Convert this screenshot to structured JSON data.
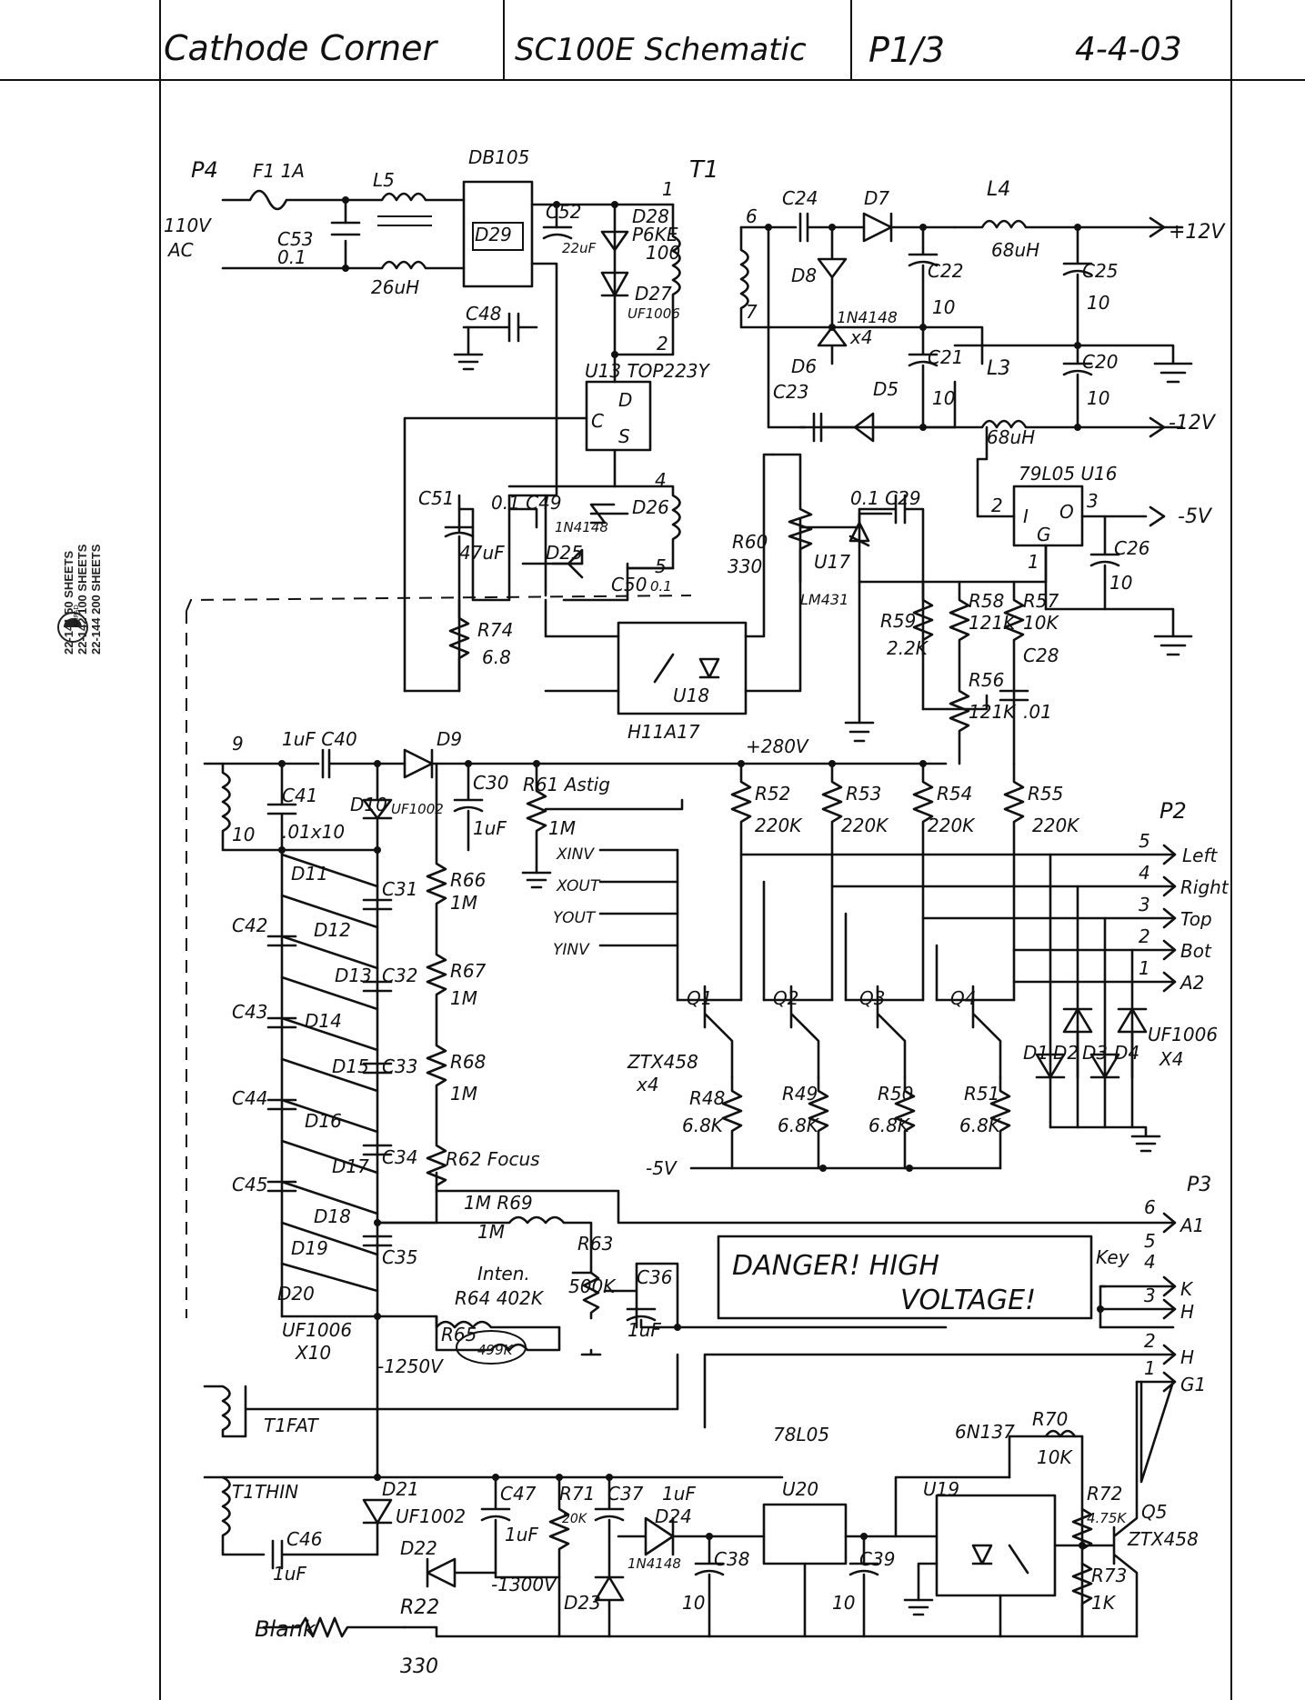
{
  "header": {
    "title": "Cathode Corner",
    "doc": "SC100E Schematic",
    "page": "P1/3",
    "date": "4-4-03"
  },
  "pad": {
    "brand": "AMPAD",
    "lines": [
      "22-141   50 SHEETS",
      "22-142  100 SHEETS",
      "22-144  200 SHEETS"
    ]
  },
  "labels": {
    "p4": "P4",
    "ac_in": "110V",
    "ac": "AC",
    "f1": "F1 1A",
    "l5": "L5",
    "l5_val": "26uH",
    "c53": "C53",
    "c53_val": "0.1",
    "db105": "DB105",
    "d29": "D29",
    "c52": "C52",
    "c52_val": "22uF",
    "d28": "D28",
    "d28_p": "P6KE",
    "d28_v": "100",
    "d27": "D27",
    "d27_p": "UF1006",
    "c48": "C48",
    "u13": "U13 TOP223Y",
    "u13_d": "D",
    "u13_c": "C",
    "u13_s": "S",
    "t1": "T1",
    "t1_1": "1",
    "t1_2": "2",
    "t1_4": "4",
    "t1_5": "5",
    "t1_6": "6",
    "t1_7": "7",
    "t1_9": "9",
    "t1_10": "10",
    "c24": "C24",
    "d7": "D7",
    "l4": "L4",
    "l4_val": "68uH",
    "p12v": "+12V",
    "d8": "D8",
    "c22": "C22",
    "c22_val": "10",
    "c25": "C25",
    "c25_val": "10",
    "d14148": "1N4148",
    "x4": "x4",
    "d6": "D6",
    "c23": "C23",
    "d5": "D5",
    "c21": "C21",
    "c21_val": "10",
    "l3": "L3",
    "l3_val": "68uH",
    "c20": "C20",
    "c20_val": "10",
    "m12v": "-12V",
    "u16": "79L05  U16",
    "u16_i": "I",
    "u16_g": "G",
    "u16_o": "O",
    "u16_2": "2",
    "u16_3": "3",
    "u16_1": "1",
    "m5v": "-5V",
    "c26": "C26",
    "c26_val": "10",
    "c51": "C51",
    "c51_val": "47uF",
    "c49": "0.1 C49",
    "d26": "D26",
    "d26_p": "1N4148",
    "d25": "D25",
    "c50": "C50",
    "c50_val": "0.1",
    "r60": "R60",
    "r60_val": "330",
    "c29": "0.1  C29",
    "u17": "U17",
    "u17_p": "LM431",
    "r59": "R59",
    "r59_val": "2.2K",
    "r58": "R58",
    "r58_val": "121K",
    "r57": "R57",
    "r57_val": "10K",
    "c28": "C28",
    "c28_val": ".01",
    "r56": "R56",
    "r56_val": "121K",
    "r74": "R74",
    "r74_val": "6.8",
    "u18": "U18",
    "h11a17": "H11A17",
    "c40": "1uF  C40",
    "d9": "D9",
    "p280v": "+280V",
    "c41": "C41",
    "c41_val": ".01x10",
    "d10": "D10",
    "d10_p": "UF1002",
    "c30": "C30",
    "c30_val": "1uF",
    "r61": "R61 Astig",
    "r61_val": "1M",
    "xinv": "XINV",
    "xout": "XOUT",
    "yout": "YOUT",
    "yinv": "YINV",
    "r52": "R52",
    "r53": "R53",
    "r54": "R54",
    "r55": "R55",
    "r220k": "220K",
    "p2": "P2",
    "left": "Left",
    "right": "Right",
    "top": "Top",
    "bot": "Bot",
    "a2": "A2",
    "pin5": "5",
    "pin4": "4",
    "pin3": "3",
    "pin2": "2",
    "pin1": "1",
    "pin6": "6",
    "r66": "R66",
    "r67": "R67",
    "r68": "R68",
    "r1m": "1M",
    "c31": "C31",
    "c32": "C32",
    "c33": "C33",
    "c34": "C34",
    "c35": "C35",
    "c42": "C42",
    "c43": "C43",
    "c44": "C44",
    "c45": "C45",
    "d11": "D11",
    "d12": "D12",
    "d13": "D13",
    "d14": "D14",
    "d15": "D15",
    "d16": "D16",
    "d17": "D17",
    "d18": "D18",
    "d19": "D19",
    "d20": "D20",
    "uf1006": "UF1006",
    "x10": "X10",
    "q1": "Q1",
    "q2": "Q2",
    "q3": "Q3",
    "q4": "Q4",
    "ztx": "ZTX458",
    "ztx_x4": "x4",
    "r48": "R48",
    "r49": "R49",
    "r50": "R50",
    "r51": "R51",
    "r68k": "6.8K",
    "m5v_b": "-5V",
    "d1": "D1",
    "d2": "D2",
    "d3": "D3",
    "d4": "D4",
    "uf1006x4": "UF1006",
    "x4b": "X4",
    "r62": "R62 Focus",
    "r69": "1M R69",
    "r69_val": "1M",
    "inten": "Inten.",
    "r63": "R63",
    "r63_val": "500K",
    "c36": "C36",
    "c36_val": "1uF",
    "r64": "R64 402K",
    "r65": "R65",
    "r65_val": "499K",
    "m1250v": "-1250V",
    "danger1": "DANGER! HIGH",
    "danger2": "VOLTAGE!",
    "p3": "P3",
    "a1": "A1",
    "key": "Key",
    "k": "K",
    "h1": "H",
    "h2": "H",
    "g1": "G1",
    "t1fat": "T1FAT",
    "t1thin": "T1THIN",
    "c46": "C46",
    "c46_val": "1uF",
    "d21": "D21",
    "d21_p": "UF1002",
    "d22": "D22",
    "c47": "C47",
    "c47_val": "1uF",
    "m1300v": "-1300V",
    "r71": "R71",
    "r71_val": "20K",
    "c37": "C37",
    "c37_val": "1uF",
    "d24": "D24",
    "d24_p": "1N4148",
    "d23": "D23",
    "c38": "C38",
    "c38_val": "10",
    "u20": "U20",
    "l78l05": "78L05",
    "c39": "C39",
    "c39_val": "10",
    "u19": "U19",
    "opt6n137": "6N137",
    "r70": "R70",
    "r70_val": "10K",
    "r72": "R72",
    "r72_val": "4.75K",
    "q5": "Q5",
    "q5_p": "ZTX458",
    "r73": "R73",
    "r73_val": "1K",
    "blank": "Blank",
    "r22": "R22",
    "r22_val": "330"
  }
}
